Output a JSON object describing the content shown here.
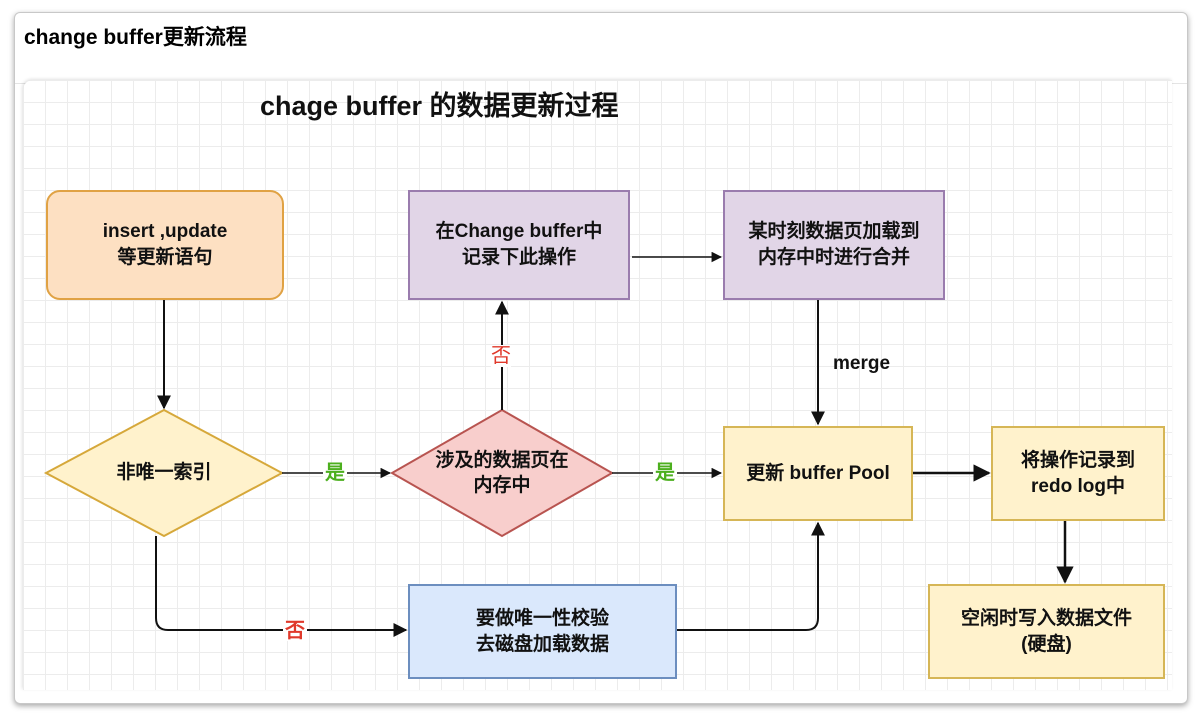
{
  "window": {
    "title": "change buffer更新流程"
  },
  "diagram": {
    "title": "chage buffer 的数据更新过程",
    "nodes": {
      "insert": "insert ,update\n等更新语句",
      "record_change_buffer": "在Change buffer中\n记录下此操作",
      "load_merge": "某时刻数据页加载到\n内存中时进行合并",
      "non_unique_index": "非唯一索引",
      "page_in_memory": "涉及的数据页在\n内存中",
      "update_buffer_pool": "更新 buffer Pool",
      "redo_log": "将操作记录到\nredo log中",
      "unique_check": "要做唯一性校验\n去磁盘加载数据",
      "write_disk": "空闲时写入数据文件\n(硬盘)"
    },
    "edge_labels": {
      "yes_1": "是",
      "yes_2": "是",
      "no_up": "否",
      "no_bottom": "否",
      "merge": "merge"
    },
    "colors": {
      "orange_fill": "#fde0c2",
      "purple_fill": "#e1d5e7",
      "yellow_fill": "#fff2cc",
      "blue_fill": "#dae8fc",
      "diamond_orange_fill": "#fff2cc",
      "diamond_red_fill": "#f8cecc",
      "yes_color": "#4caf1e",
      "no_color": "#e0392b"
    }
  }
}
